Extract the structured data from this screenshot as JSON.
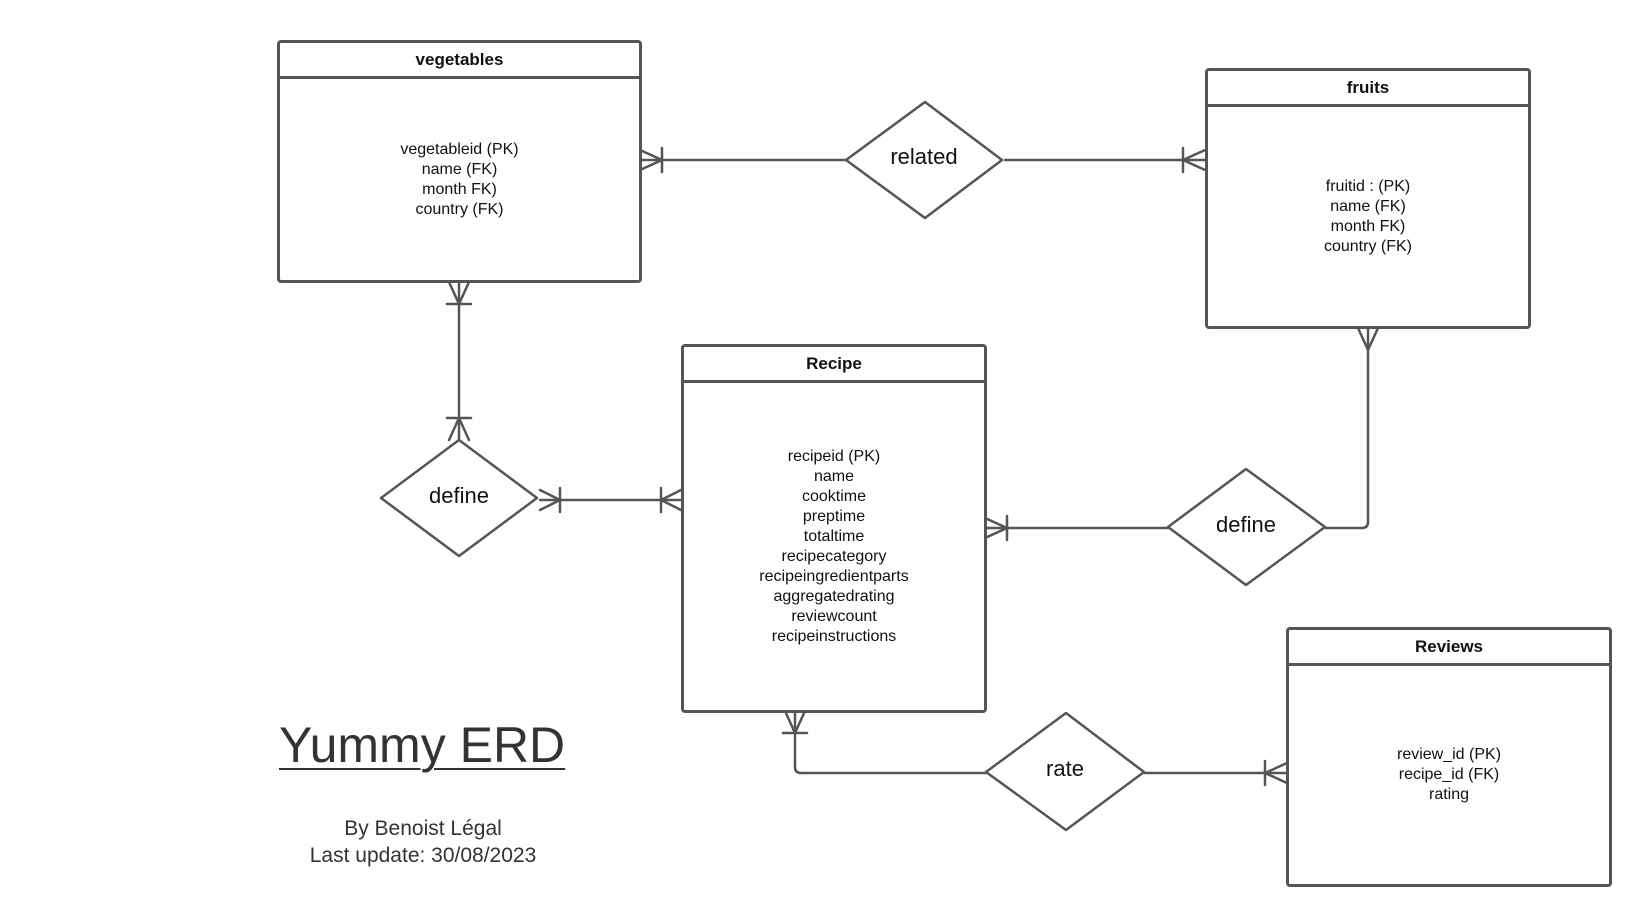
{
  "entities": {
    "vegetables": {
      "title": "vegetables",
      "attributes": [
        "vegetableid (PK)",
        "name (FK)",
        "month FK)",
        "country (FK)"
      ]
    },
    "fruits": {
      "title": "fruits",
      "attributes": [
        "fruitid : (PK)",
        "name (FK)",
        "month FK)",
        "country (FK)"
      ]
    },
    "recipe": {
      "title": "Recipe",
      "attributes": [
        "recipeid (PK)",
        "name",
        "cooktime",
        "preptime",
        "totaltime",
        "recipecategory",
        "recipeingredientparts",
        "aggregatedrating",
        "reviewcount",
        "recipeinstructions"
      ]
    },
    "reviews": {
      "title": "Reviews",
      "attributes": [
        "review_id (PK)",
        "recipe_id (FK)",
        "rating"
      ]
    }
  },
  "relationships": {
    "related": "related",
    "define_vegetables": "define",
    "define_fruits": "define",
    "rate": "rate"
  },
  "caption": {
    "title": "Yummy ERD",
    "author": "By Benoist Légal",
    "last_update": "Last update: 30/08/2023"
  },
  "colors": {
    "stroke": "#555555",
    "text": "#111111",
    "caption_text": "#333333"
  }
}
